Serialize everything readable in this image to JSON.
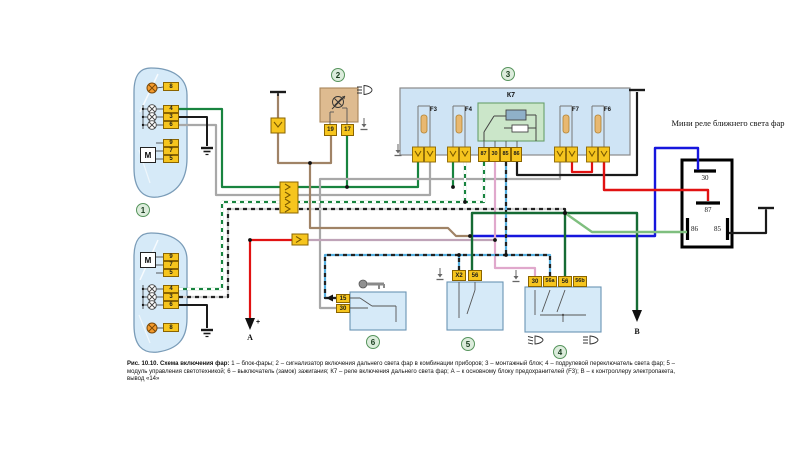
{
  "caption": {
    "lead": "Рис. 10.10. Схема включения фар:",
    "body": " 1 – блок-фары; 2 – сигнализатор включения дальнего света фар в комбинации приборов; 3 – монтажный блок; 4 – подрулевой переключатель света фар; 5 – модуль управления светотехникой; 6 – выключатель (замок) зажигания; К7 – реле включения дальнего света фар; А – к основному блоку предохранителей (F3); В – к контроллеру электропакета, вывод «14»"
  },
  "badges": {
    "b1": "1",
    "b2": "2",
    "b3": "3",
    "b4": "4",
    "b5": "5",
    "b6": "6"
  },
  "headlight_top": {
    "motor": "M",
    "pin_8": "8",
    "pin_4": "4",
    "pin_3": "3",
    "pin_6": "6",
    "pin_9": "9",
    "pin_7": "7",
    "pin_5": "5"
  },
  "headlight_bottom": {
    "motor": "M",
    "pin_8": "8",
    "pin_4": "4",
    "pin_3": "3",
    "pin_6": "6",
    "pin_9": "9",
    "pin_7": "7",
    "pin_5": "5"
  },
  "cluster": {
    "pin_19": "19",
    "pin_17": "17"
  },
  "mounting_block": {
    "relay": "К7",
    "fuse_f3": "F3",
    "fuse_f4": "F4",
    "fuse_f7": "F7",
    "fuse_f6": "F6",
    "pin_87": "87",
    "pin_30": "30",
    "pin_85": "85",
    "pin_86": "86"
  },
  "mini_relay": {
    "title": "Мини реле ближнего света фар",
    "pin_30": "30",
    "pin_87": "87",
    "pin_86": "86",
    "pin_85": "85"
  },
  "ignition": {
    "pin_15": "15",
    "pin_30": "30"
  },
  "light_module": {
    "pin_x2": "Х2",
    "pin_56": "56"
  },
  "column_switch": {
    "pin_30": "30",
    "pin_56a": "56a",
    "pin_56": "56",
    "pin_56b": "56b"
  },
  "terminals": {
    "a": "А",
    "a_plus": "+",
    "b": "В"
  },
  "colors": {
    "wire_green": "#18843f",
    "wire_dark_green": "#156b34",
    "wire_light_green": "#7fbf7f",
    "wire_gray": "#a8a8a8",
    "wire_brown": "#a08366",
    "wire_pink": "#e0a8cc",
    "wire_lavender": "#bfa3b8",
    "wire_blue": "#1616dd",
    "wire_cyan": "#55aede",
    "wire_red": "#e11212",
    "connector_yellow": "#f6c51e",
    "block_blue": "#cfe4f5",
    "relay_green": "#cbe6c9",
    "cluster_tan": "#debb90"
  }
}
